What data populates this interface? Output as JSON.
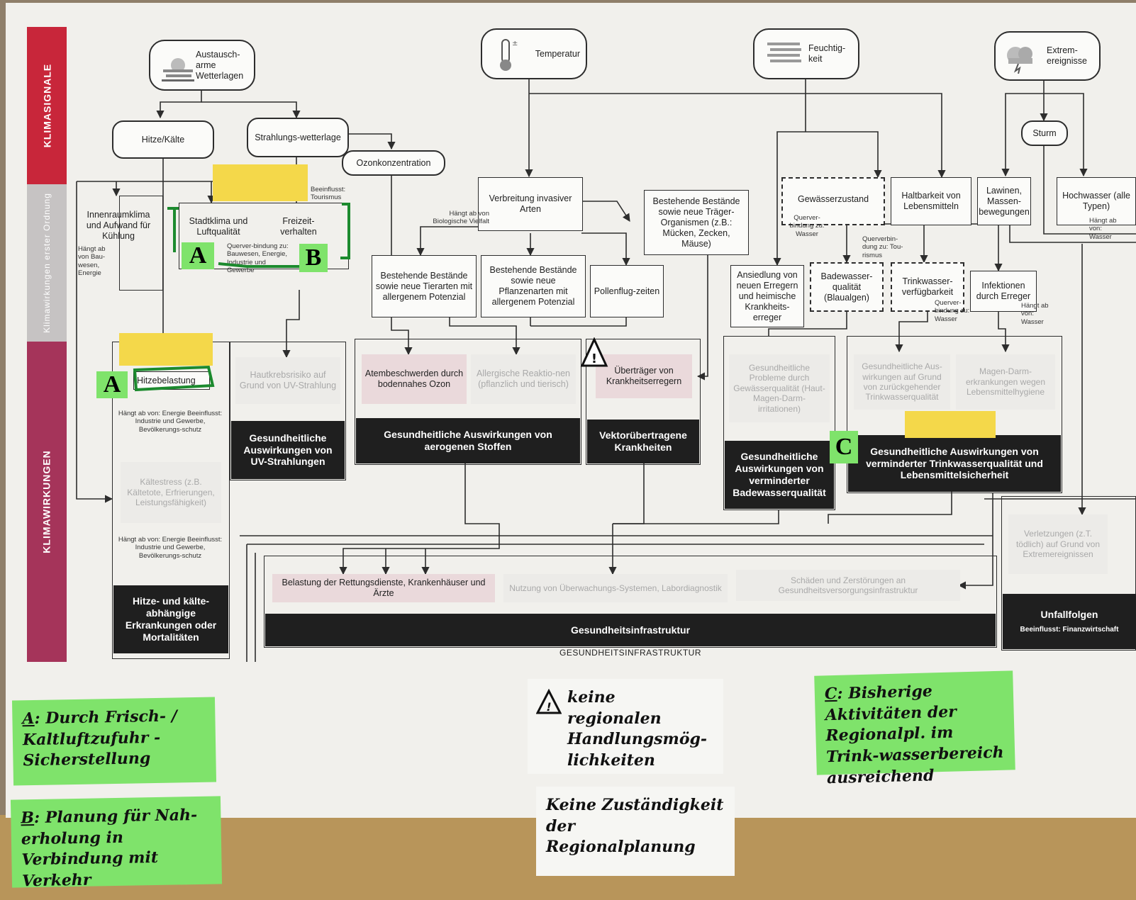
{
  "sidebar": {
    "klimasignale": "KLIMASIGNALE",
    "wirkungen_erster_ordnung": "Klimawirkungen erster Ordnung",
    "klimawirkungen": "KLIMAWIRKUNGEN"
  },
  "signals": {
    "austausch": "Austausch-arme Wetterlagen",
    "temperatur": "Temperatur",
    "feuchtigkeit": "Feuchtig-keit",
    "extrem": "Extrem-ereignisse"
  },
  "first_order": {
    "hitze_kaelte": "Hitze/Kälte",
    "strahlung": "Strahlungs-wetterlage",
    "ozon": "Ozonkonzentration",
    "sturm": "Sturm",
    "innenraum": "Innenraumklima und Aufwand für Kühlung",
    "innenraum_note": "Hängt ab von Bau-wesen, Energie",
    "stadtklima": "Stadtklima und Luftqualität",
    "stadtklima_note": "Querver-bindung zu: Bauwesen, Energie, Industrie und Gewerbe",
    "freizeit": "Freizeit-verhalten",
    "freizeit_note": "Beeinflusst: Tourismus",
    "invasive": "Verbreitung invasiver Arten",
    "invasive_note": "Hängt ab von Biologische Vielfalt",
    "traeger": "Bestehende Bestände sowie neue Träger-Organismen (z.B.: Mücken, Zecken, Mäuse)",
    "tierarten": "Bestehende Bestände sowie neue Tierarten mit allergenem Potenzial",
    "pflanzenarten": "Bestehende Bestände sowie neue Pflanzenarten mit allergenem Potenzial",
    "pollenflug": "Pollenflug-zeiten",
    "gewaesser": "Gewässerzustand",
    "gewaesser_note": "Querver-bindung zu: Wasser",
    "haltbarkeit": "Haltbarkeit von Lebensmitteln",
    "lawinen": "Lawinen, Massen-bewegungen",
    "hochwasser": "Hochwasser (alle Typen)",
    "hochwasser_note": "Hängt ab von: Wasser",
    "ansiedlung": "Ansiedlung von neuen Erregern und heimische Krankheits-erreger",
    "badewasser": "Badewasser-qualität (Blaualgen)",
    "badewasser_note": "Querverbin-dung zu: Tou-rismus",
    "trinkwasser": "Trinkwasser-verfügbarkeit",
    "trinkwasser_note": "Querver-bindung zu: Wasser",
    "infektionen": "Infektionen durch Erreger",
    "infektionen_note": "Hängt ab von: Wasser"
  },
  "impacts": {
    "hitzebelastung": "Hitzebelastung",
    "hitze_note": "Hängt ab von: Energie Beeinflusst: Industrie und Gewerbe, Bevölkerungs-schutz",
    "kaeltestress": "Kältestress (z.B. Kältetote, Erfrierungen, Leistungsfähigkeit)",
    "kaelte_note": "Hängt ab von: Energie Beeinflusst: Industrie und Gewerbe, Bevölkerungs-schutz",
    "hitze_title": "Hitze- und kälte-abhängige Erkrankungen oder Mortalitäten",
    "hautkrebs": "Hautkrebsrisiko auf Grund von UV-Strahlung",
    "uv_title": "Gesundheitliche Auswirkungen von UV-Strahlungen",
    "atembeschwerden": "Atembeschwerden durch bodennahes Ozon",
    "allergische": "Allergische Reaktio-nen (pflanzlich und tierisch)",
    "aerogen_title": "Gesundheitliche Auswirkungen von aerogenen Stoffen",
    "uebertraeger": "Überträger von Krankheitserregern",
    "vektor_title": "Vektorübertragene Krankheiten",
    "probleme": "Gesundheitliche Probleme durch Gewässerqualität (Haut-Magen-Darm-irritationen)",
    "bade_title": "Gesundheitliche Auswirkungen von verminderter Badewasserqualität",
    "trink_aus": "Gesundheitliche Aus-wirkungen auf Grund von zurückgehender Trinkwasserqualität",
    "magen_darm": "Magen-Darm-erkrankungen wegen Lebensmittelhygiene",
    "trink_title": "Gesundheitliche Auswirkungen von verminderter Trinkwasserqualität und Lebensmittelsicherheit",
    "verletzungen": "Verletzungen (z.T. tödlich) auf Grund von Extremereignissen",
    "unfall_title": "Unfallfolgen",
    "unfall_note": "Beeinflusst: Finanzwirtschaft"
  },
  "infrastructure": {
    "belastung": "Belastung der Rettungsdienste, Krankenhäuser und Ärzte",
    "nutzung": "Nutzung von Überwachungs-Systemen, Labordiagnostik",
    "schaeden": "Schäden und Zerstörungen an Gesundheitsversorgungsinfrastruktur",
    "title": "Gesundheitsinfrastruktur",
    "footer": "GESUNDHEITSINFRASTRUKTUR"
  },
  "markers": {
    "a": "A",
    "b": "B",
    "c": "C"
  },
  "notes": {
    "a_label": "A",
    "a_text": ": Durch Frisch- / Kaltluftzufuhr - Sicherstellung",
    "b_label": "B",
    "b_text": ": Planung für Nah-erholung in Verbindung mit Verkehr",
    "warn_text": "keine regionalen Handlungsmög-lichkeiten",
    "zust_text": "Keine Zuständigkeit der Regionalplanung",
    "c_label": "C",
    "c_text": ": Bisherige Aktivitäten der Regionalpl. im Trink-wasserbereich ausreichend"
  },
  "colors": {
    "red": "#c8263a",
    "grey": "#c6c3c3",
    "magenta": "#a5345a",
    "sticky_green": "#7fe36b",
    "sticky_yellow": "#f4d84a",
    "marker_green": "#1c8a2e"
  },
  "icons": [
    "fog-icon",
    "thermometer-icon",
    "humidity-icon",
    "storm-cloud-icon",
    "warning-triangle-icon"
  ]
}
